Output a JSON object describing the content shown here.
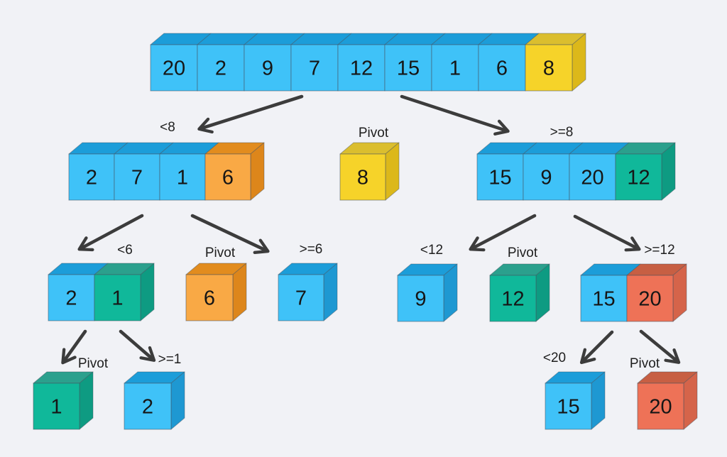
{
  "palette": {
    "background": "#F1F2F6",
    "arrow": "#3C3C3C",
    "number_text": "#161616",
    "label_text": "#1E1E1E",
    "edge_front": "rgba(70,80,92,0.55)",
    "edge_top": "rgba(70,80,92,0.42)",
    "blue": {
      "front": "#3FC2F8",
      "top": "#1C9DD9",
      "side": "#1E98D2"
    },
    "yellow": {
      "front": "#F6D329",
      "top": "#DBBE2E",
      "side": "#DCB81A"
    },
    "orange": {
      "front": "#F9A945",
      "top": "#E28C1E",
      "side": "#DD861B"
    },
    "teal": {
      "front": "#10B89A",
      "top": "#2BA08D",
      "side": "#0E9B82"
    },
    "salmon": {
      "front": "#EE7257",
      "top": "#C75F43",
      "side": "#D5644A"
    }
  },
  "cube_groups": [
    {
      "id": "array-root",
      "cells": [
        {
          "value": "20",
          "color": "blue"
        },
        {
          "value": "2",
          "color": "blue"
        },
        {
          "value": "9",
          "color": "blue"
        },
        {
          "value": "7",
          "color": "blue"
        },
        {
          "value": "12",
          "color": "blue"
        },
        {
          "value": "15",
          "color": "blue"
        },
        {
          "value": "1",
          "color": "blue"
        },
        {
          "value": "6",
          "color": "blue"
        },
        {
          "value": "8",
          "color": "yellow"
        }
      ]
    },
    {
      "id": "l2-left",
      "cells": [
        {
          "value": "2",
          "color": "blue"
        },
        {
          "value": "7",
          "color": "blue"
        },
        {
          "value": "1",
          "color": "blue"
        },
        {
          "value": "6",
          "color": "orange"
        }
      ]
    },
    {
      "id": "l2-pivot-8",
      "cells": [
        {
          "value": "8",
          "color": "yellow"
        }
      ]
    },
    {
      "id": "l2-right",
      "cells": [
        {
          "value": "15",
          "color": "blue"
        },
        {
          "value": "9",
          "color": "blue"
        },
        {
          "value": "20",
          "color": "blue"
        },
        {
          "value": "12",
          "color": "teal"
        }
      ]
    },
    {
      "id": "l3-left-pair",
      "cells": [
        {
          "value": "2",
          "color": "blue"
        },
        {
          "value": "1",
          "color": "teal"
        }
      ]
    },
    {
      "id": "l3-pivot-6",
      "cells": [
        {
          "value": "6",
          "color": "orange"
        }
      ]
    },
    {
      "id": "l3-seven",
      "cells": [
        {
          "value": "7",
          "color": "blue"
        }
      ]
    },
    {
      "id": "l3-nine",
      "cells": [
        {
          "value": "9",
          "color": "blue"
        }
      ]
    },
    {
      "id": "l3-pivot-12",
      "cells": [
        {
          "value": "12",
          "color": "teal"
        }
      ]
    },
    {
      "id": "l3-right-pair",
      "cells": [
        {
          "value": "15",
          "color": "blue"
        },
        {
          "value": "20",
          "color": "salmon"
        }
      ]
    },
    {
      "id": "l4-pivot-1",
      "cells": [
        {
          "value": "1",
          "color": "teal"
        }
      ]
    },
    {
      "id": "l4-two",
      "cells": [
        {
          "value": "2",
          "color": "blue"
        }
      ]
    },
    {
      "id": "l4-fifteen",
      "cells": [
        {
          "value": "15",
          "color": "blue"
        }
      ]
    },
    {
      "id": "l4-pivot-20",
      "cells": [
        {
          "value": "20",
          "color": "salmon"
        }
      ]
    }
  ],
  "labels": [
    {
      "id": "lt8",
      "text": "<8"
    },
    {
      "id": "pivot-8",
      "text": "Pivot"
    },
    {
      "id": "ge8",
      "text": ">=8"
    },
    {
      "id": "lt6",
      "text": "<6"
    },
    {
      "id": "pivot-6",
      "text": "Pivot"
    },
    {
      "id": "ge6",
      "text": ">=6"
    },
    {
      "id": "lt12",
      "text": "<12"
    },
    {
      "id": "pivot-12",
      "text": "Pivot"
    },
    {
      "id": "ge12",
      "text": ">=12"
    },
    {
      "id": "pivot-1",
      "text": "Pivot"
    },
    {
      "id": "ge1",
      "text": ">=1"
    },
    {
      "id": "lt20",
      "text": "<20"
    },
    {
      "id": "pivot-20",
      "text": "Pivot"
    }
  ]
}
